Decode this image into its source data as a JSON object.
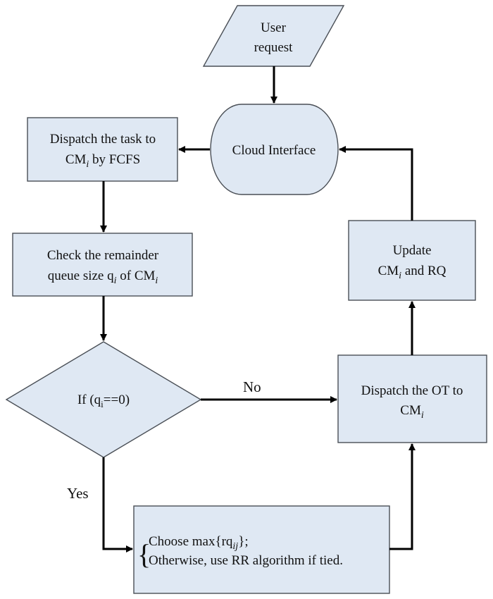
{
  "nodes": {
    "user_request": {
      "line1": "User",
      "line2": "request"
    },
    "cloud_interface": {
      "label": "Cloud Interface"
    },
    "dispatch_fcfs": {
      "line1": "Dispatch the task to",
      "line2_main": "CM",
      "line2_sub": "i",
      "line2_tail": " by FCFS"
    },
    "check_queue": {
      "line1": "Check the remainder",
      "line2_a": "queue size q",
      "line2_a_sub": "i",
      "line2_b": " of CM",
      "line2_b_sub": "i"
    },
    "decision": {
      "pre": "If (q",
      "sub": "i",
      "post": "==0)"
    },
    "dispatch_ot": {
      "line1": "Dispatch the OT to",
      "line2_main": "CM",
      "line2_sub": "i"
    },
    "update": {
      "line1": "Update",
      "line2_main": "CM",
      "line2_sub": "i",
      "line2_tail": " and RQ"
    },
    "choose": {
      "brace": "{",
      "line1_pre": "Choose max{rq",
      "line1_sub": "ij",
      "line1_post": "};",
      "line2": "Otherwise, use RR algorithm if tied."
    }
  },
  "edges": {
    "no_label": "No",
    "yes_label": "Yes"
  }
}
